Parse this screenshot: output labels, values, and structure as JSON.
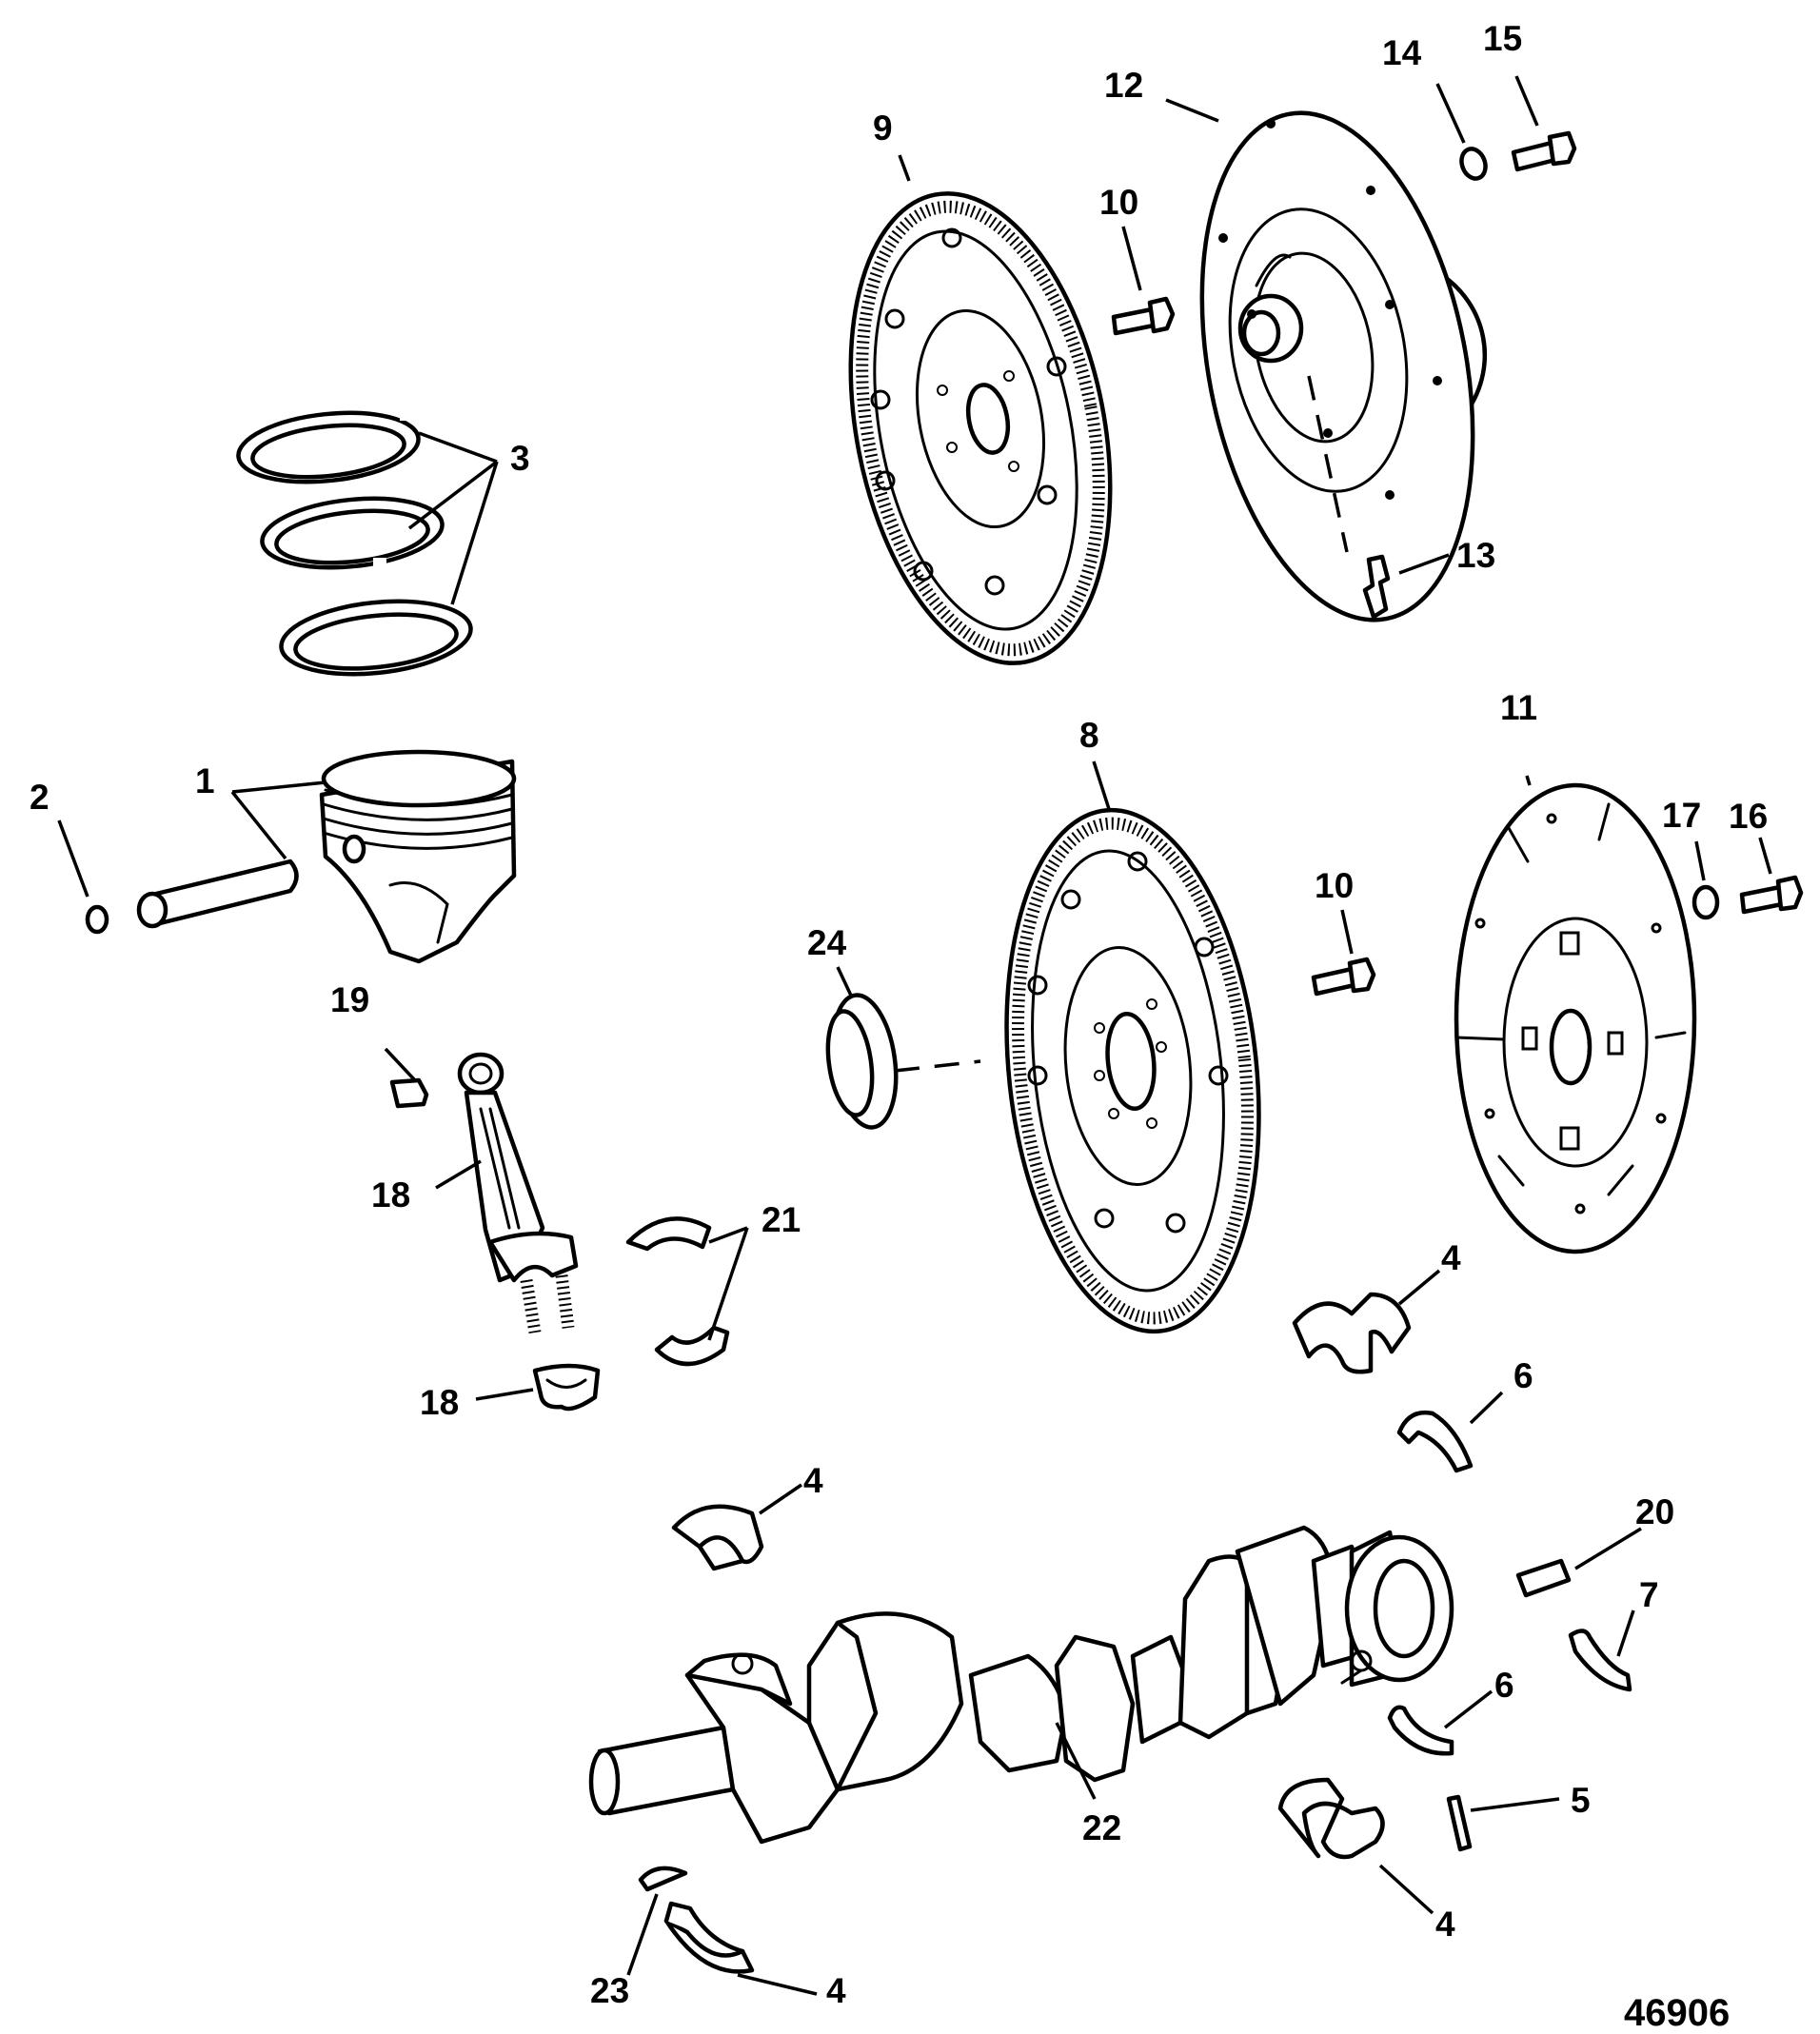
{
  "callouts": [
    "1",
    "2",
    "3",
    "4",
    "5",
    "6",
    "7",
    "8",
    "9",
    "10",
    "11",
    "12",
    "13",
    "14",
    "15",
    "16",
    "17",
    "18",
    "19",
    "20",
    "21",
    "22",
    "23",
    "24"
  ],
  "document_number": "46906"
}
